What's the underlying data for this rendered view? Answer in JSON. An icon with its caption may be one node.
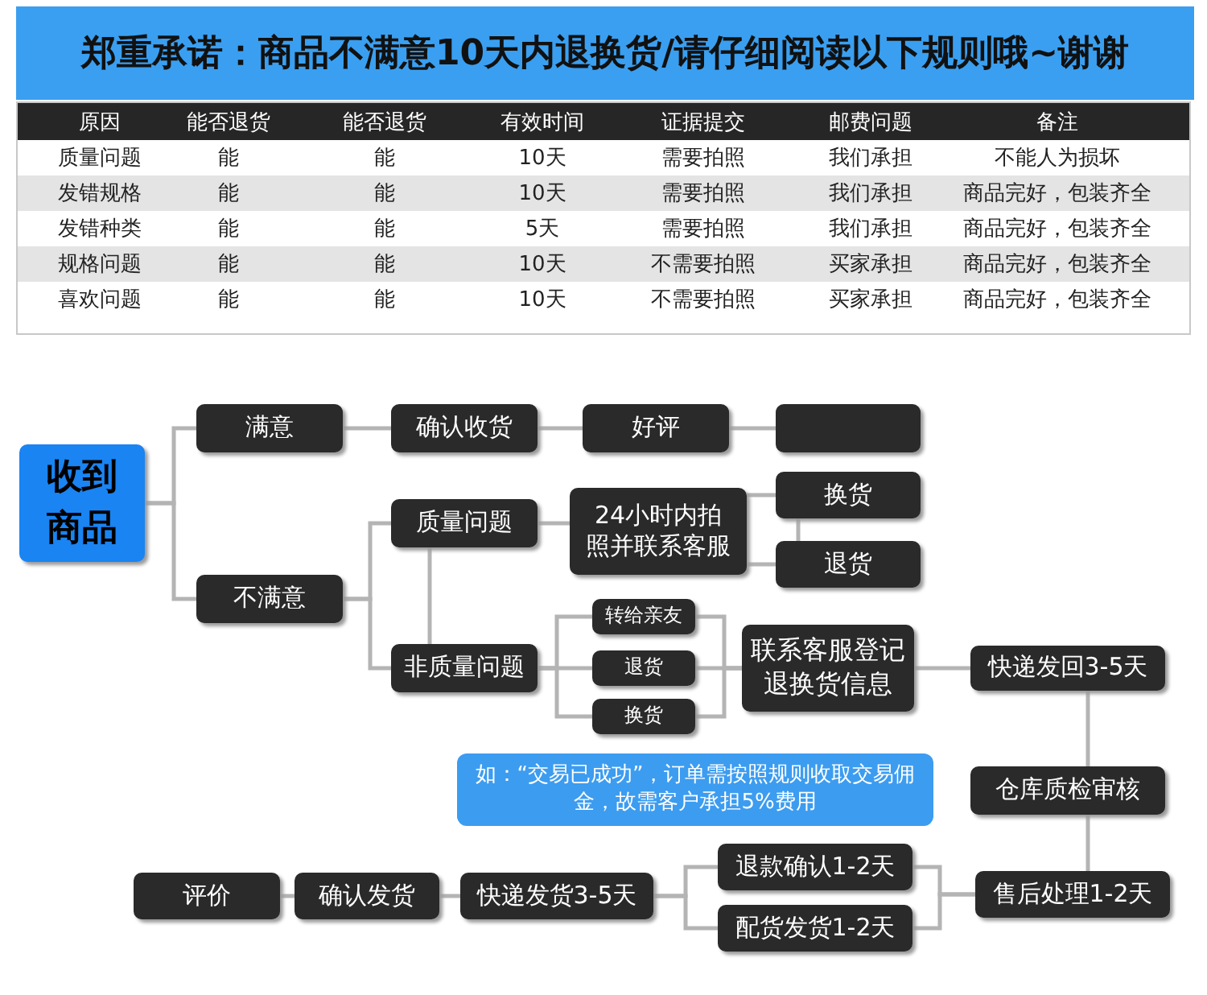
{
  "diagram": {
    "title": "郑重承诺：商品不满意10天内退换货/请仔细阅读以下规则哦~谢谢",
    "nodes": [
      {
        "text": [
          "收到商品"
        ]
      },
      {
        "text": [
          "满意"
        ]
      },
      {
        "text": [
          "不满意"
        ]
      },
      {
        "text": [
          "确认收货"
        ]
      },
      {
        "text": [
          "好评"
        ]
      },
      {
        "text": [],
        "shape": "box"
      },
      {
        "text": [
          "质量问题"
        ]
      },
      {
        "text": [
          "24小时内拍照并联系客服"
        ]
      },
      {
        "text": [
          "换货"
        ]
      },
      {
        "text": [
          "退货"
        ]
      },
      {
        "text": [
          "非质量问题"
        ]
      },
      {
        "text": [
          "转给亲友"
        ]
      },
      {
        "text": [
          "退货"
        ]
      },
      {
        "text": [
          "换货"
        ]
      },
      {
        "text": [
          "联系客服登记退换货信息"
        ]
      },
      {
        "text": [
          "快递发回3-5天"
        ]
      },
      {
        "text": [
          "如：“交易已成功”，订单需按照规则收取交易佣金，故需客户承担5%费用"
        ]
      },
      {
        "text": [
          "仓库质检审核"
        ]
      },
      {
        "text": [
          "评价"
        ]
      },
      {
        "text": [
          "确认发货"
        ]
      },
      {
        "text": [
          "快递发货3-5天"
        ]
      },
      {
        "text": [
          "退款确认1-2天"
        ]
      },
      {
        "text": [
          "配货发货1-2天"
        ]
      },
      {
        "text": [
          "售后处理1-2天"
        ]
      }
    ],
    "edges": [
      {
        "from": 0,
        "to": 1,
        "arrow": "none"
      },
      {
        "from": 0,
        "to": 2,
        "arrow": "none"
      },
      {
        "from": 1,
        "to": 3,
        "arrow": "none"
      },
      {
        "from": 2,
        "to": 6,
        "arrow": "none"
      },
      {
        "from": 2,
        "to": 10,
        "arrow": "none"
      },
      {
        "from": 6,
        "to": 10,
        "arrow": "none"
      },
      {
        "from": 3,
        "to": 4,
        "arrow": "none"
      },
      {
        "from": 4,
        "to": 5,
        "arrow": "none"
      },
      {
        "from": 6,
        "to": 7,
        "arrow": "none"
      },
      {
        "from": 7,
        "to": 8,
        "arrow": "none"
      },
      {
        "from": 7,
        "to": 9,
        "arrow": "none"
      },
      {
        "from": 8,
        "to": 9,
        "arrow": "none"
      },
      {
        "from": 10,
        "to": 11,
        "arrow": "none"
      },
      {
        "from": 10,
        "to": 12,
        "arrow": "none"
      },
      {
        "from": 10,
        "to": 13,
        "arrow": "none"
      },
      {
        "from": 11,
        "to": 14,
        "arrow": "none"
      },
      {
        "from": 12,
        "to": 14,
        "arrow": "none"
      },
      {
        "from": 13,
        "to": 14,
        "arrow": "none"
      },
      {
        "from": 14,
        "to": 15,
        "arrow": "none"
      },
      {
        "from": 15,
        "to": 17,
        "arrow": "none"
      },
      {
        "from": 17,
        "to": 23,
        "arrow": "none"
      },
      {
        "from": 23,
        "to": 21,
        "arrow": "none"
      },
      {
        "from": 23,
        "to": 22,
        "arrow": "none"
      },
      {
        "from": 21,
        "to": 20,
        "arrow": "none"
      },
      {
        "from": 22,
        "to": 20,
        "arrow": "none"
      },
      {
        "from": 20,
        "to": 19,
        "arrow": "none"
      },
      {
        "from": 19,
        "to": 18,
        "arrow": "none"
      }
    ],
    "labels": [
      "原因",
      "能否退货",
      "能否退货",
      "有效时间",
      "证据提交",
      "邮费问题",
      "备注",
      "质量问题",
      "能",
      "能",
      "10天",
      "需要拍照",
      "我们承担",
      "不能人为损坏",
      "发错规格",
      "能",
      "能",
      "10天",
      "需要拍照",
      "我们承担",
      "商品完好，包装齐全",
      "发错种类",
      "能",
      "能",
      "5天",
      "需要拍照",
      "我们承担",
      "商品完好，包装齐全",
      "规格问题",
      "能",
      "能",
      "10天",
      "不需要拍照",
      "买家承担",
      "商品完好，包装齐全",
      "喜欢问题",
      "能",
      "能",
      "10天",
      "不需要拍照",
      "买家承担",
      "商品完好，包装齐全"
    ]
  }
}
